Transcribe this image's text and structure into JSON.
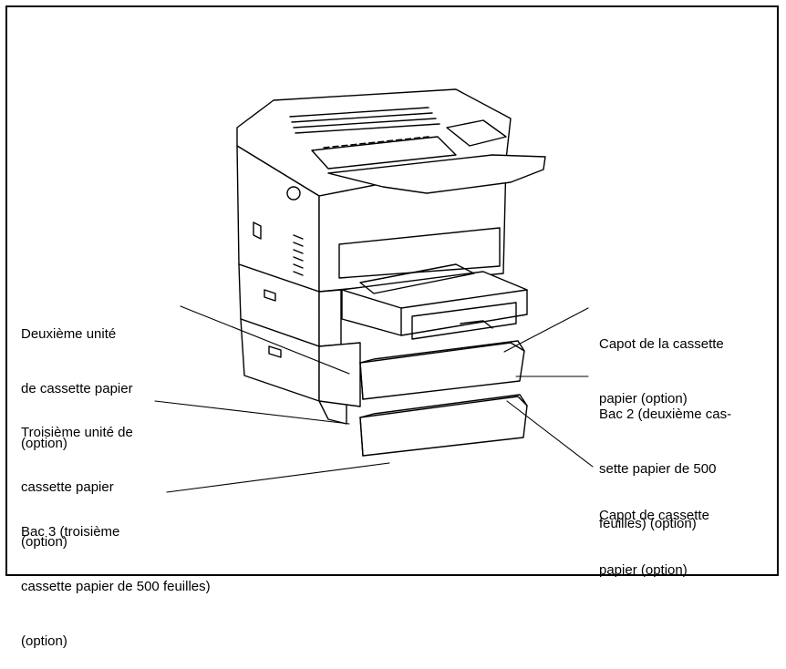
{
  "diagram": {
    "labels": [
      {
        "id": "second-unit",
        "lines": [
          "Deuxième unité",
          "de cassette papier",
          "(option)"
        ]
      },
      {
        "id": "third-unit",
        "lines": [
          "Troisième unité de",
          "cassette papier",
          "(option)"
        ]
      },
      {
        "id": "tray-3",
        "lines": [
          "Bac 3 (troisième",
          "cassette papier de 500 feuilles)",
          "(option)"
        ]
      },
      {
        "id": "cassette-cover-top",
        "lines": [
          "Capot de la cassette",
          "papier (option)"
        ]
      },
      {
        "id": "tray-2",
        "lines": [
          "Bac 2 (deuxième cas-",
          "sette papier de 500",
          "feuilles) (option)"
        ]
      },
      {
        "id": "cassette-cover-bottom",
        "lines": [
          "Capot de cassette",
          "papier (option)"
        ]
      }
    ]
  }
}
